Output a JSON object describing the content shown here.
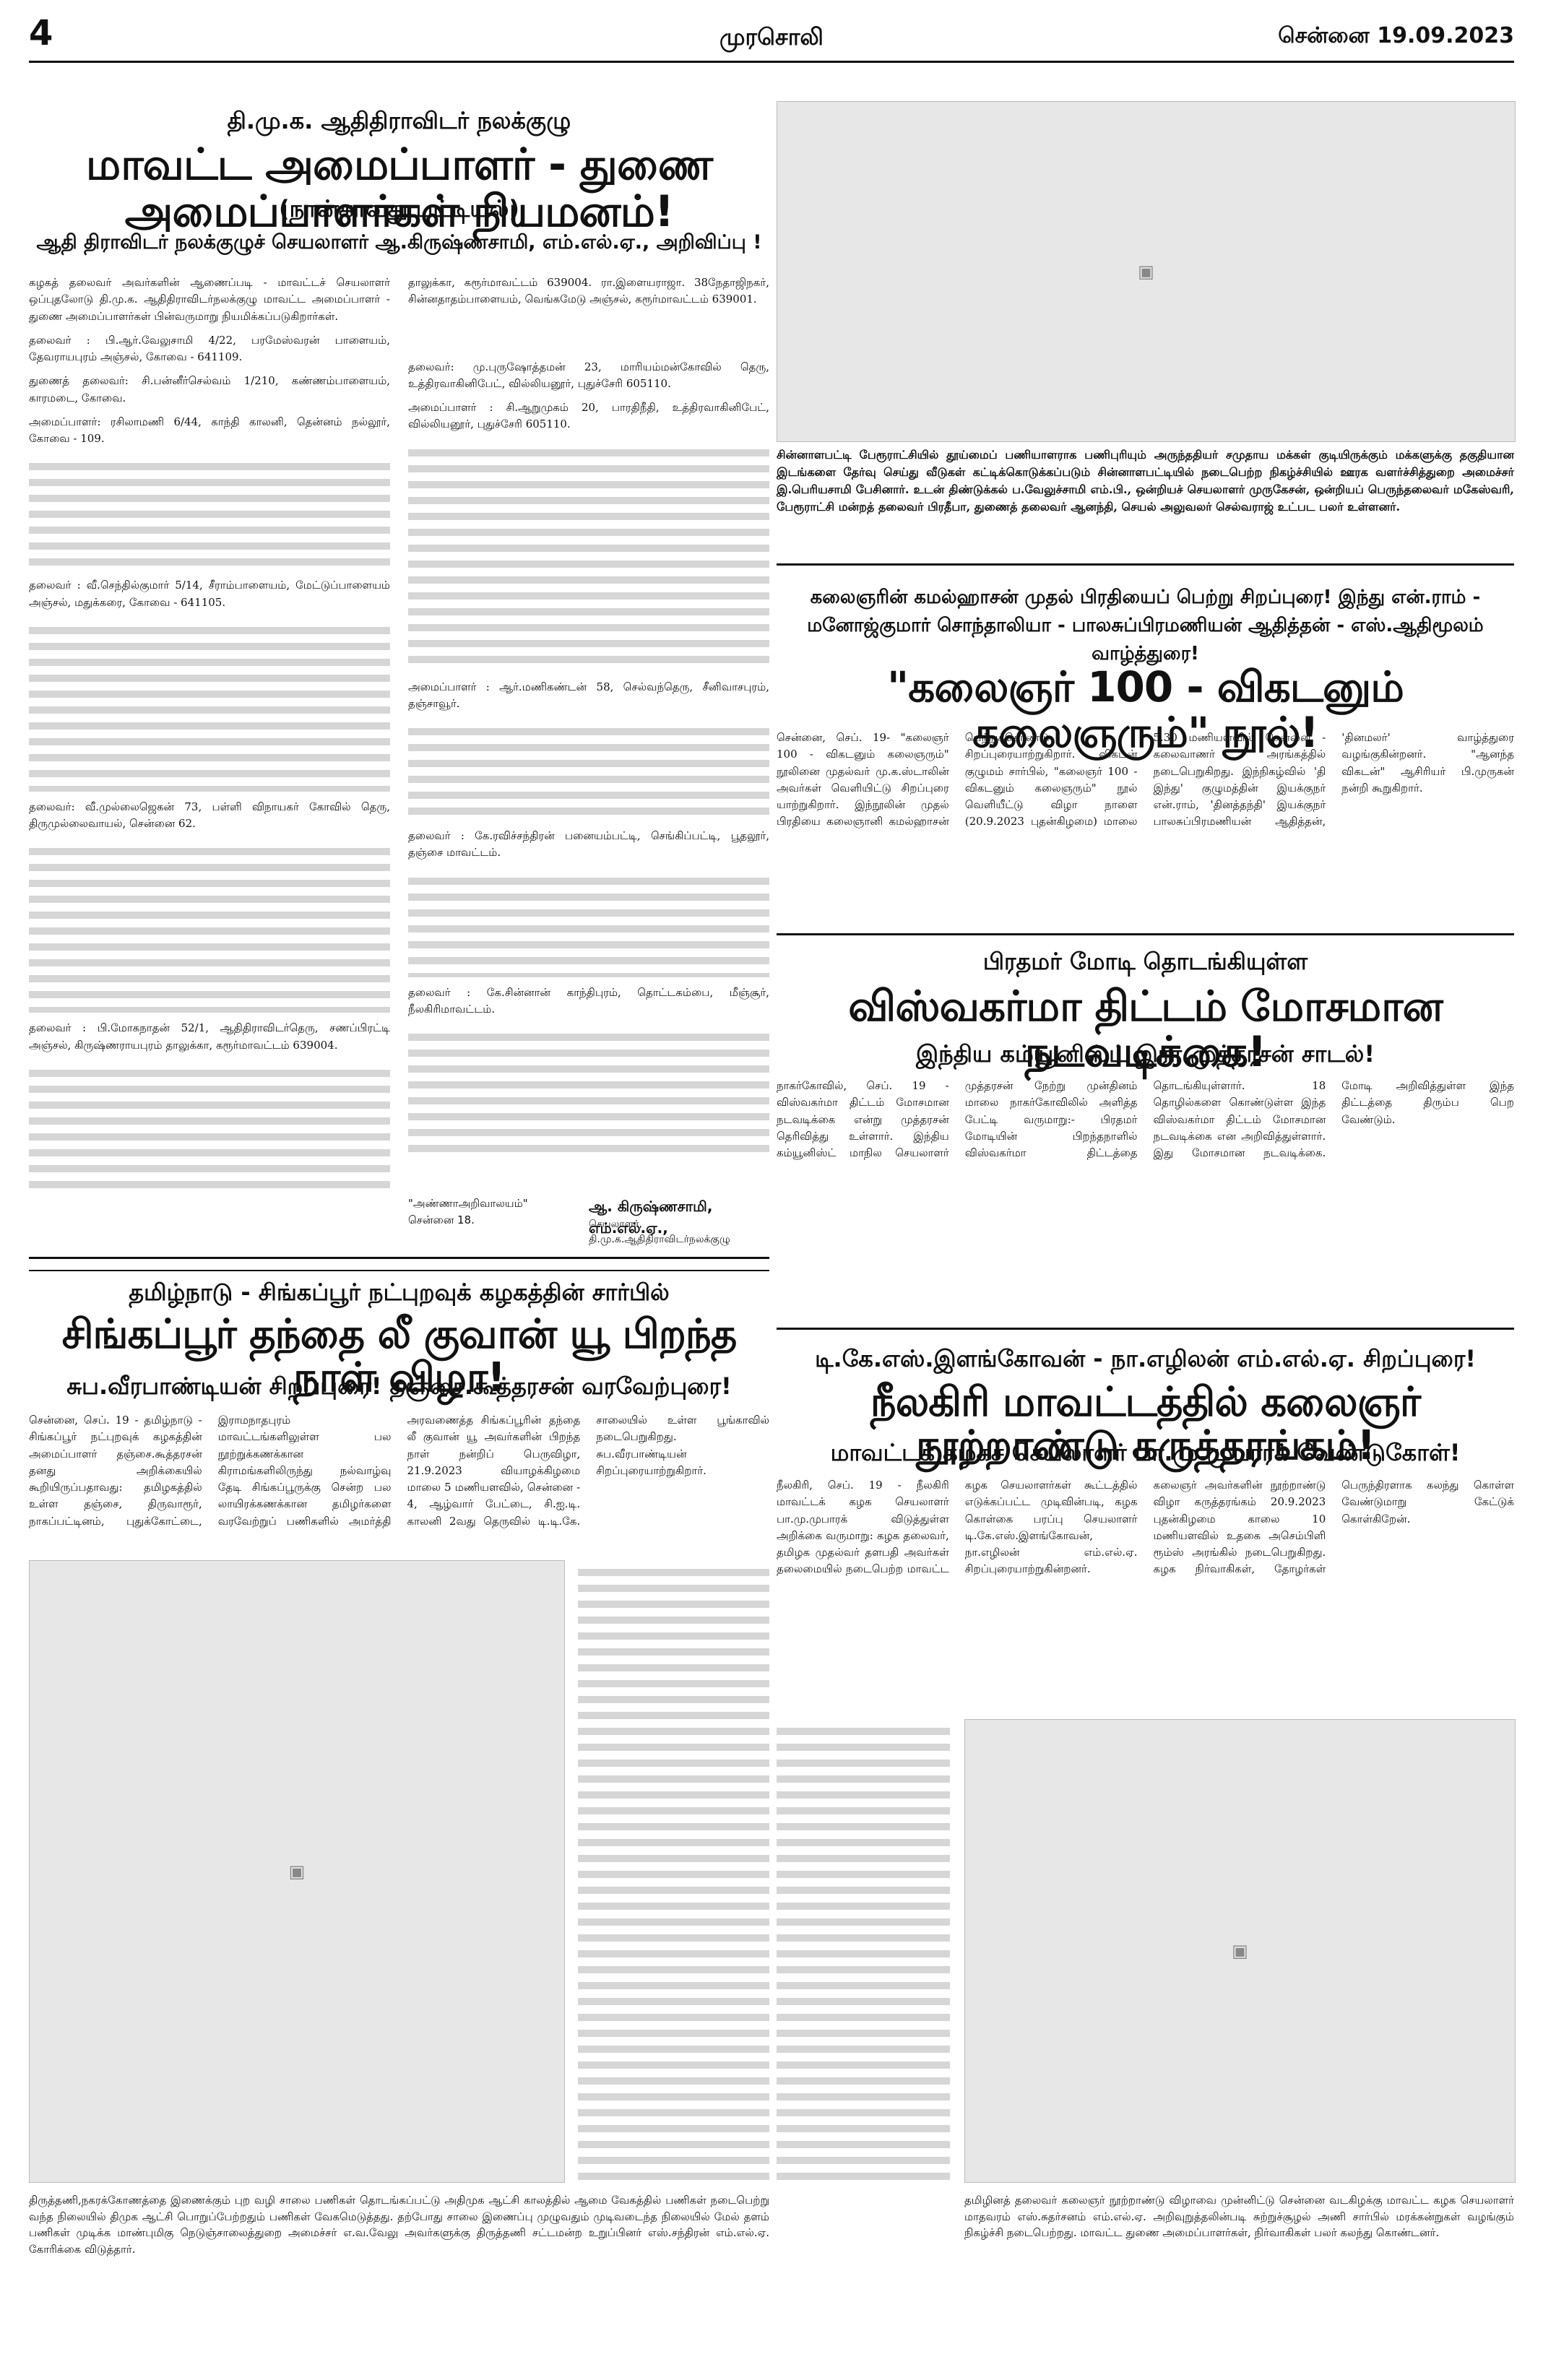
{
  "masthead": {
    "page_no": "4",
    "paper": "முரசொலி",
    "date": "சென்னை 19.09.2023"
  },
  "story1": {
    "kicker": "தி.மு.க. ஆதிதிராவிடர் நலக்குழு",
    "headline": "மாவட்ட அமைப்பாளர் - துணை அமைப்பாளர்கள் நியமனம்!",
    "subhead": "(நான்காவது பட்டியல்)",
    "deck": "ஆதி திராவிடர் நலக்குழுச் செயலாளர் ஆ.கிருஷ்ணசாமி, எம்.எல்.ஏ., அறிவிப்பு !",
    "intro_left": "கழகத் தலைவர் அவர்களின் ஆணைப்படி - மாவட்டச் செயலாளர் ஒப்புதலோடு தி.மு.க. ஆதிதிராவிடர்நலக்குழு மாவட்ட அமைப்பாளர் - துணை அமைப்பாளர்கள் பின்வருமாறு நியமிக்கப்படுகிறார்கள்.",
    "intro_right": "தாலுக்கா, கரூர்மாவட்டம் 639004. ரா.இளையராஜா. 38நேதாஜிநகர், சின்னதாதம்பாளையம், வெங்கமேடு அஞ்சல், கரூர்மாவட்டம் 639001.",
    "list_left": [
      "தலைவர் : பி.ஆர்.வேலுசாமி 4/22, பரமேஸ்வரன் பாளையம், தேவராயபுரம் அஞ்சல், கோவை - 641109.",
      "துணைத் தலைவர்: சி.பன்னீர்செல்வம் 1/210, கண்ணம்பாளையம், காரமடை, கோவை.",
      "அமைப்பாளர்: ரசிலாமணி 6/44, காந்தி காலனி, தென்னம் நல்லூர், கோவை - 109.",
      "தலைவர் : வீ.செந்தில்குமார் 5/14, சீராம்பாளையம், மேட்டுப்பாளையம் அஞ்சல், மதுக்கரை, கோவை - 641105.",
      "தலைவர்: வீ.முல்லைஜெகன் 73, பள்ளி விநாயகர் கோவில் தெரு, திருமுல்லைவாயல், சென்னை 62.",
      "தலைவர் : பி.மோகநாதன் 52/1, ஆதிதிராவிடர்தெரு, சணப்பிரட்டி அஞ்சல், கிருஷ்ணராயபுரம் தாலுக்கா, கரூர்மாவட்டம் 639004."
    ],
    "list_right": [
      "தலைவர்: மு.புருஷோத்தமன் 23, மாரியம்மன்கோவில் தெரு, உத்திரவாகினிபேட், வில்லியனூர், புதுச்சேரி 605110.",
      "அமைப்பாளர் : சி.ஆறுமுகம் 20, பாரதிநீதி, உத்திரவாகினிபேட், வில்லியனூர், புதுச்சேரி 605110.",
      "அமைப்பாளர் : ஆர்.மணிகண்டன் 58, செல்வந்தெரு, சீனிவாசபுரம், தஞ்சாவூர்.",
      "தலைவர் : கே.ரவிச்சந்திரன் பனையம்பட்டி, செங்கிப்பட்டி, பூதலூர், தஞ்சை மாவட்டம்.",
      "தலைவர் : கே.சின்னான் காந்திபுரம், தொட்டகம்பை, மீஞ்சூர், நீலகிரிமாவட்டம்."
    ],
    "sign_place": "\"அண்ணாஅறிவாலயம்\" சென்னை 18.",
    "sign_name": "ஆ. கிருஷ்ணசாமி, எம்.எல்.ஏ.,",
    "sign_role": "செயலாளர், தி.மு.க.ஆதிதிராவிடர்நலக்குழு"
  },
  "photo_caption": "சின்னாளபட்டி பேரூராட்சியில் தூய்மைப் பணியாளராக பணிபுரியும் அருந்ததியர் சமுதாய மக்கள் குடியிருக்கும் மக்களுக்கு தகுதியான இடங்களை தேர்வு செய்து வீடுகள் கட்டிக்கொடுக்கப்படும் சின்னாளபட்டியில் நடைபெற்ற நிகழ்ச்சியில் ஊரக வளர்ச்சித்துறை அமைச்சர் இ.பெரியசாமி பேசினார். உடன் திண்டுக்கல் ப.வேலுச்சாமி எம்.பி., ஒன்றியச் செயலாளர் முருகேசன், ஒன்றியப் பெருந்தலைவர் மகேஸ்வரி, பேரூராட்சி மன்றத் தலைவர் பிரதீபா, துணைத் தலைவர் ஆனந்தி, செயல் அலுவலர் செல்வராஜ் உட்பட பலர் உள்ளனர்.",
  "story2": {
    "kicker": "கலைஞரின் கமல்ஹாசன் முதல் பிரதியைப் பெற்று சிறப்புரை! இந்து என்.ராம் - மனோஜ்குமார் சொந்தாலியா - பாலசுப்பிரமணியன் ஆதித்தன் - எஸ்.ஆதிமூலம் வாழ்த்துரை!",
    "headline": "\"கலைஞர் 100 - விகடனும் கலைஞரும்\" நூல்!",
    "body": "சென்னை, செப். 19- \"கலைஞர் 100 - விகடனும் கலைஞரும்\" நூலினை முதல்வர் மு.க.ஸ்டாலின் அவர்கள் வெளியிட்டு சிறப்புரை யாற்றுகிறார். இந்நூலின் முதல் பிரதியை கலைஞானி கமல்ஹாசன் பெற்றுக்கொண்டு சிறப்புரையாற்றுகிறார். விகடன் குழுமம் சார்பில், \"கலைஞர் 100 - விகடனும் கலைஞரும்\" நூல் வெளியீட்டு விழா நாளை (20.9.2023 புதன்கிழமை) மாலை 5.30 மணியளவில் சென்னை - கலைவாணர் அரங்கத்தில் நடைபெறுகிறது. இந்நிகழ்வில் 'தி இந்து' குழுமத்தின் இயக்குநர் என்.ராம், 'தினத்தந்தி' இயக்குநர் பாலசுப்பிரமணியன் ஆதித்தன், 'தினமலர்' வாழ்த்துரை வழங்குகின்றனர். \"ஆனந்த விகடன்\" ஆசிரியர் பி.முருகன் நன்றி கூறுகிறார்."
  },
  "story3": {
    "kicker": "பிரதமர் மோடி தொடங்கியுள்ள",
    "headline": "விஸ்வகர்மா திட்டம் மோசமான நடவடிக்கை!",
    "subhead": "இந்திய கம்யூனிஸ்ட் இரா.முத்தரசன் சாடல்!",
    "body": "நாகர்கோவில், செப். 19 - விஸ்வகர்மா திட்டம் மோசமான நடவடிக்கை என்று முத்தரசன் தெரிவித்து உள்ளார். இந்திய கம்யூனிஸ்ட் மாநில செயலாளர் முத்தரசன் நேற்று முன்தினம் மாலை நாகர்கோவிலில் அளித்த பேட்டி வருமாறு:- பிரதமர் மோடியின் பிறந்தநாளில் விஸ்வகர்மா திட்டத்தை தொடங்கியுள்ளார். 18 தொழில்களை கொண்டுள்ள இந்த விஸ்வகர்மா திட்டம் மோசமான நடவடிக்கை என அறிவித்துள்ளார். இது மோசமான நடவடிக்கை. மோடி அறிவித்துள்ள இந்த திட்டத்தை திரும்ப பெற வேண்டும்."
  },
  "story4": {
    "kicker": "டி.கே.எஸ்.இளங்கோவன் - நா.எழிலன் எம்.எல்.ஏ. சிறப்புரை!",
    "headline": "நீலகிரி மாவட்டத்தில் கலைஞர் நூற்றாண்டு கருத்தரங்கம்!",
    "subhead": "மாவட்டக் கழகச் செயலாளர் பா.மு.முபாரக் வேண்டுகோள்!",
    "body": "நீலகிரி, செப். 19 - நீலகிரி மாவட்டக் கழக செயலாளர் பா.மு.முபாரக் விடுத்துள்ள அறிக்கை வருமாறு: கழக தலைவர், தமிழக முதல்வர் தளபதி அவர்கள் தலைமையில் நடைபெற்ற மாவட்ட கழக செயலாளர்கள் கூட்டத்தில் எடுக்கப்பட்ட முடிவின்படி, கழக கொள்கை பரப்பு செயலாளர் டி.கே.எஸ்.இளங்கோவன், நா.எழிலன் எம்.எல்.ஏ. சிறப்புரையாற்றுகின்றனர். கலைஞர் அவர்களின் நூற்றாண்டு விழா கருத்தரங்கம் 20.9.2023 புதன்கிழமை காலை 10 மணியளவில் உதகை அசெம்பிளி ரூம்ஸ் அரங்கில் நடைபெறுகிறது. கழக நிர்வாகிகள், தோழர்கள் பெருந்திரளாக கலந்து கொள்ள வேண்டுமாறு கேட்டுக் கொள்கிறேன்."
  },
  "story5": {
    "kicker": "தமிழ்நாடு - சிங்கப்பூர் நட்புறவுக் கழகத்தின் சார்பில்",
    "headline": "சிங்கப்பூர் தந்தை லீ குவான் யூ பிறந்த நாள் விழா!",
    "subhead": "சுப.வீரபாண்டியன் சிறப்புரை! தஞ்சை.கூத்தரசன் வரவேற்புரை!",
    "body": "சென்னை, செப். 19 - தமிழ்நாடு - சிங்கப்பூர் நட்புறவுக் கழகத்தின் அமைப்பாளர் தஞ்சை.கூத்தரசன் தனது அறிக்கையில் கூறியிருப்பதாவது: தமிழகத்தில் உள்ள தஞ்சை, திருவாரூர், நாகப்பட்டினம், புதுக்கோட்டை, இராமநாதபுரம் மாவட்டங்களிலுள்ள பல நூற்றுக்கணக்கான கிராமங்களிலிருந்து நல்வாழ்வு தேடி சிங்கப்பூருக்கு சென்ற பல லாயிரக்கணக்கான தமிழர்களை வரவேற்றுப் பணிகளில் அமர்த்தி அரவணைத்த சிங்கப்பூரின் தந்தை லீ குவான் யூ அவர்களின் பிறந்த நாள் நன்றிப் பெருவிழா, 21.9.2023 வியாழக்கிழமை மாலை 5 மணியளவில், சென்னை - 4, ஆழ்வார் பேட்டை, சி.ஐ.டி. காலனி 2வது தெருவில் டி.டி.கே. சாலையில் உள்ள பூங்காவில் நடைபெறுகிறது. சுப.வீரபாண்டியன் சிறப்புரையாற்றுகிறார்."
  },
  "bottom_left": "திருத்தணி,நகரக்கோணத்தை இணைக்கும் புற வழி சாலை பணிகள் தொடங்கப்பட்டு அதிமுக ஆட்சி காலத்தில் ஆமை வேகத்தில் பணிகள் நடைபெற்று வந்த நிலையில் திமுக ஆட்சி பொறுப்பேற்றதும் பணிகள் வேகமெடுத்தது. தற்போது சாலை இணைப்பு முழுவதும் முடிவடைந்த நிலையில் மேல் தளம் பணிகள் முடிக்க மாண்புமிகு நெடுஞ்சாலைத்துறை அமைச்சர் எ.வ.வேலு அவர்களுக்கு திருத்தணி சட்டமன்ற உறுப்பினர் எஸ்.சந்திரன் எம்.எல்.ஏ. கோரிக்கை விடுத்தார்.",
  "bottom_right": "தமிழினத் தலைவர் கலைஞர் நூற்றாண்டு விழாவை முன்னிட்டு சென்னை வடகிழக்கு மாவட்ட கழக செயலாளர் மாதவரம் எஸ்.சுதர்சனம் எம்.எல்.ஏ. அறிவுறுத்தலின்படி சுற்றுச்சூழல் அணி சார்பில் மரக்கன்றுகள் வழங்கும் நிகழ்ச்சி நடைபெற்றது. மாவட்ட துணை அமைப்பாளர்கள், நிர்வாகிகள் பலர் கலந்து கொண்டனர்.",
  "icons": {
    "photo_placeholder": "image-icon"
  }
}
